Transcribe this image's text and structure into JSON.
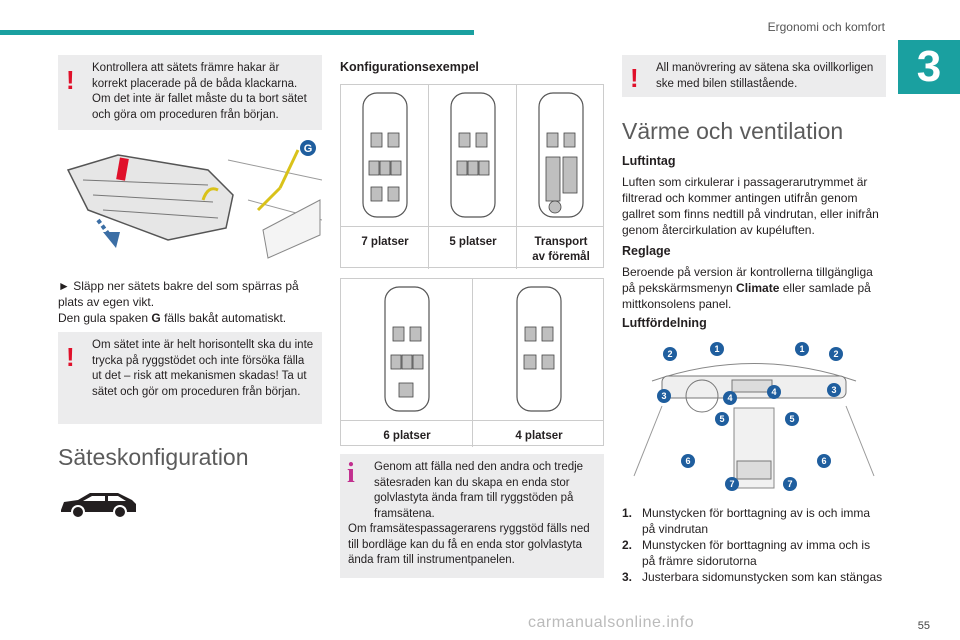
{
  "header": {
    "title": "Ergonomi och komfort",
    "chapter": "3",
    "page": "55"
  },
  "watermark": "carmanualsonline.info",
  "left": {
    "warn1": "Kontrollera att sätets främre hakar är korrekt placerade på de båda klackarna. Om det inte är fallet måste du ta bort sätet och göra om proceduren från början.",
    "figure_callout": "G",
    "step_line1": "► Släpp ner sätets bakre del som spärras på plats av egen vikt.",
    "step_line2_pre": "Den gula spaken ",
    "step_line2_bold": "G",
    "step_line2_post": " fälls bakåt automatiskt.",
    "warn2": "Om sätet inte är helt horisontellt ska du inte trycka på ryggstödet och inte försöka fälla ut det – risk att mekanismen skadas! Ta ut sätet och gör om proceduren från början.",
    "section_title": "Säteskonfiguration"
  },
  "middle": {
    "title": "Konfigurationsexempel",
    "row1": [
      "7 platser",
      "5 platser",
      "Transport av föremål"
    ],
    "row2": [
      "6 platser",
      "4 platser"
    ],
    "info_line1": "Genom att fälla ned den andra och tredje sätesraden kan du skapa en enda stor golvlastyta ända fram till ryggstöden på framsätena.",
    "info_line2": "Om framsätespassagerarens ryggstöd fälls ned till bordläge kan du få en enda stor golvlastyta ända fram till instrumentpanelen."
  },
  "right": {
    "warn": "All manövrering av sätena ska ovillkorligen ske med bilen stillastående.",
    "section_title": "Värme och ventilation",
    "luftintag_title": "Luftintag",
    "luftintag_text": "Luften som cirkulerar i passagerarutrymmet är filtrerad och kommer antingen utifrån genom gallret som finns nedtill på vindrutan, eller inifrån genom återcirkulation av kupéluften.",
    "reglage_title": "Reglage",
    "reglage_pre": "Beroende på version är kontrollerna tillgängliga på pekskärmsmenyn ",
    "reglage_bold": "Climate",
    "reglage_post": " eller samlade på mittkonsolens panel.",
    "luftford_title": "Luftfördelning",
    "callouts": [
      "1",
      "1",
      "2",
      "2",
      "3",
      "3",
      "4",
      "4",
      "5",
      "5",
      "6",
      "6",
      "7",
      "7"
    ],
    "list": [
      {
        "num": "1.",
        "text": "Munstycken för borttagning av is och imma på vindrutan"
      },
      {
        "num": "2.",
        "text": "Munstycken för borttagning av imma och is på främre sidorutorna"
      },
      {
        "num": "3.",
        "text": "Justerbara sidomunstycken som kan stängas"
      }
    ]
  },
  "colors": {
    "accent": "#1aa0a0",
    "warning": "#e0102a",
    "info": "#c2308f",
    "callout": "#1f5e9e"
  }
}
